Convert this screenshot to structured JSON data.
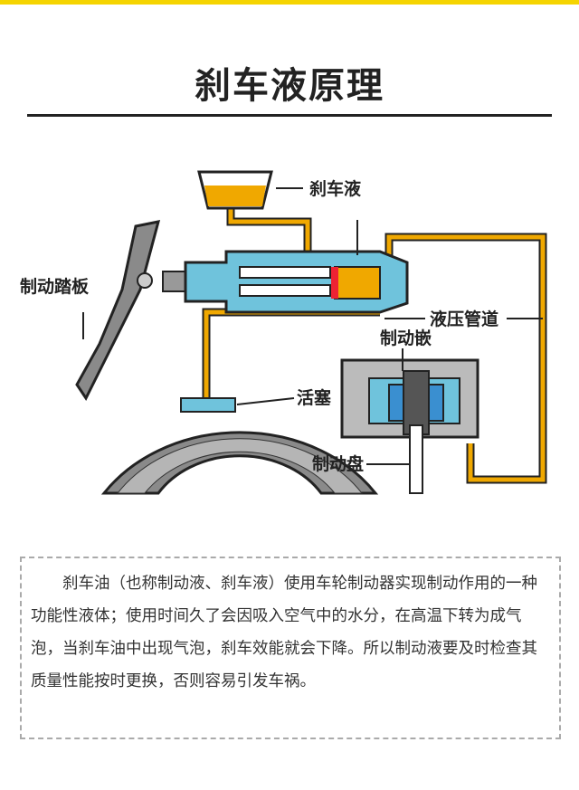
{
  "title": "刹车液原理",
  "labels": {
    "fluid": "刹车液",
    "pedal": "制动踏板",
    "lines": "液压管道",
    "caliper": "制动嵌",
    "piston": "活塞",
    "disc": "制动盘"
  },
  "description": "刹车油（也称制动液、刹车液）使用车轮制动器实现制动作用的一种功能性液体；使用时间久了会因吸入空气中的水分，在高温下转为成气泡，当刹车油中出现气泡，刹车效能就会下降。所以制动液要及时检查其质量性能按时更换，否则容易引发车祸。",
  "colors": {
    "fluid": "#f0a800",
    "cylinder": "#6fc3dc",
    "drum": "#8a8a8a"
  }
}
